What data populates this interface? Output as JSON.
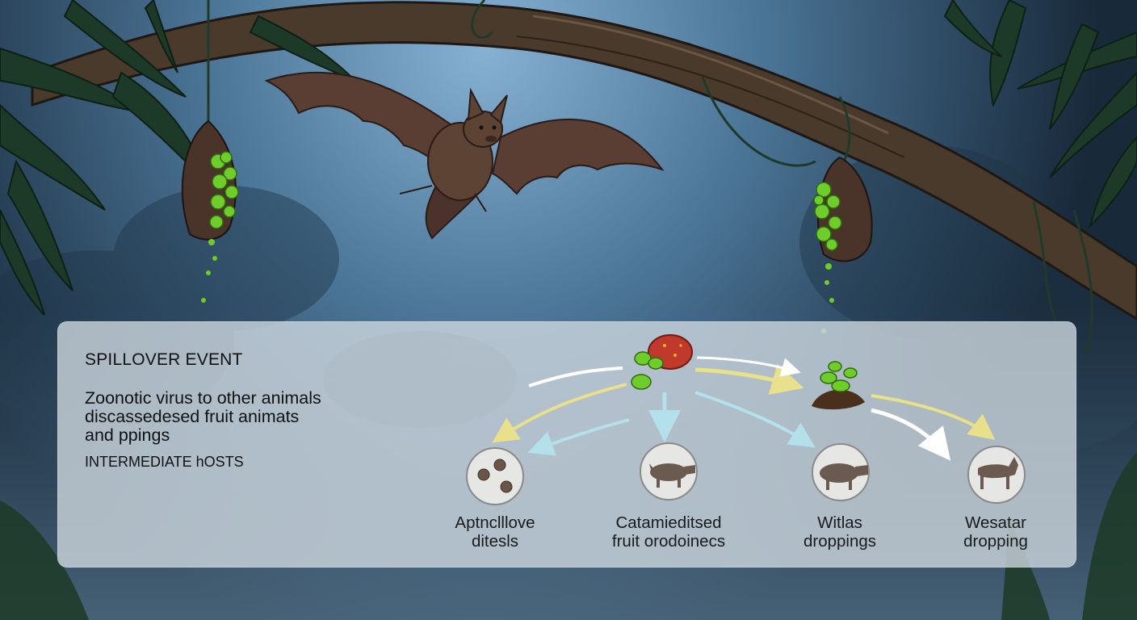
{
  "panel": {
    "title": "SPILLOVER EVENT",
    "description": [
      "Zoonotic virus to other animals",
      "discassedesed fruit animats",
      "and ppings"
    ],
    "subheading": "INTERMEDIATE hOSTS"
  },
  "nodes": [
    {
      "line1": "Aptnclllove",
      "line2": "ditesls",
      "icon": "droppings-icon"
    },
    {
      "line1": "Catamieditsed",
      "line2": "fruit orodoinecs",
      "icon": "pig-icon"
    },
    {
      "line1": "Witlas",
      "line2": "droppings",
      "icon": "pig-icon"
    },
    {
      "line1": "Wesatar",
      "line2": "dropping",
      "icon": "horse-icon"
    }
  ],
  "colors": {
    "sky": "#7fa7c8",
    "night": "#1d3346",
    "arrow_yellow": "#e8e08a",
    "arrow_blue": "#b4e0ec",
    "arrow_white": "#ffffff",
    "fruit_green": "#6fcc2a",
    "bat_brown": "#4b3a32"
  }
}
